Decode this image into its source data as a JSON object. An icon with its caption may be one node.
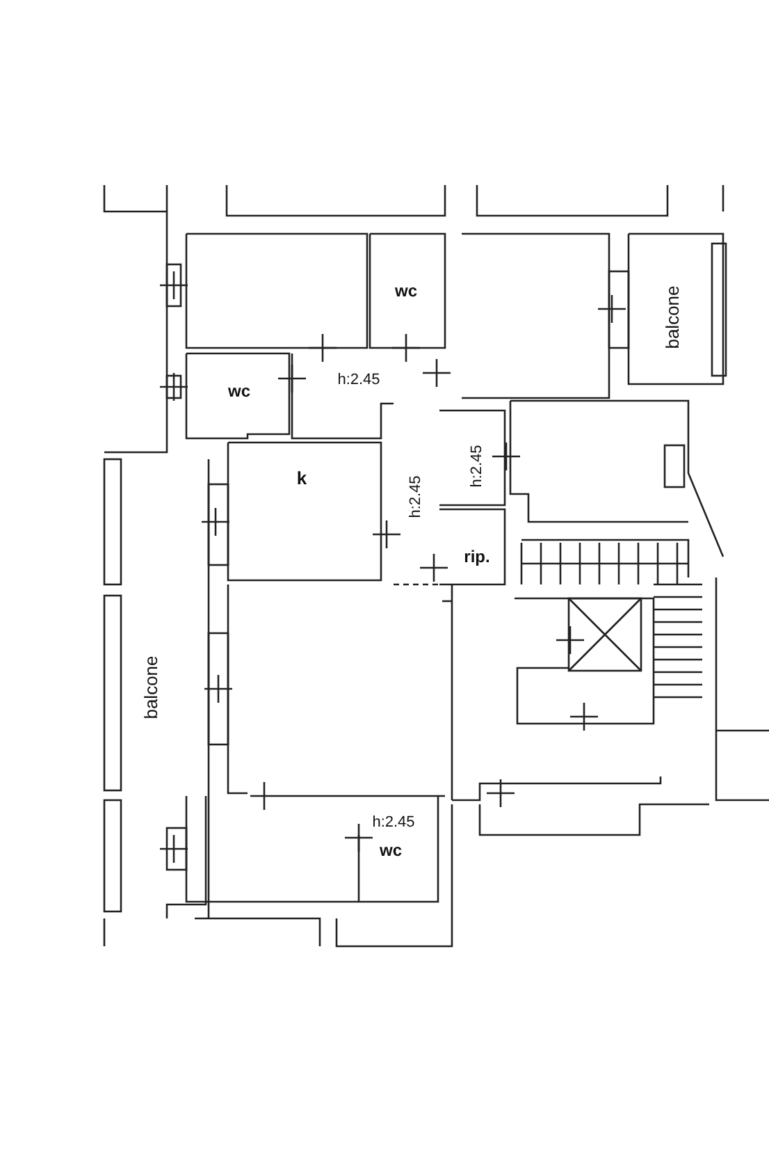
{
  "diagram": {
    "labels": [
      "wc",
      "balcone",
      "h:2.45",
      "wc",
      "h:2.45",
      "k",
      "h:2.45",
      "rip.",
      "balcone",
      "h:2.45",
      "wc"
    ]
  }
}
